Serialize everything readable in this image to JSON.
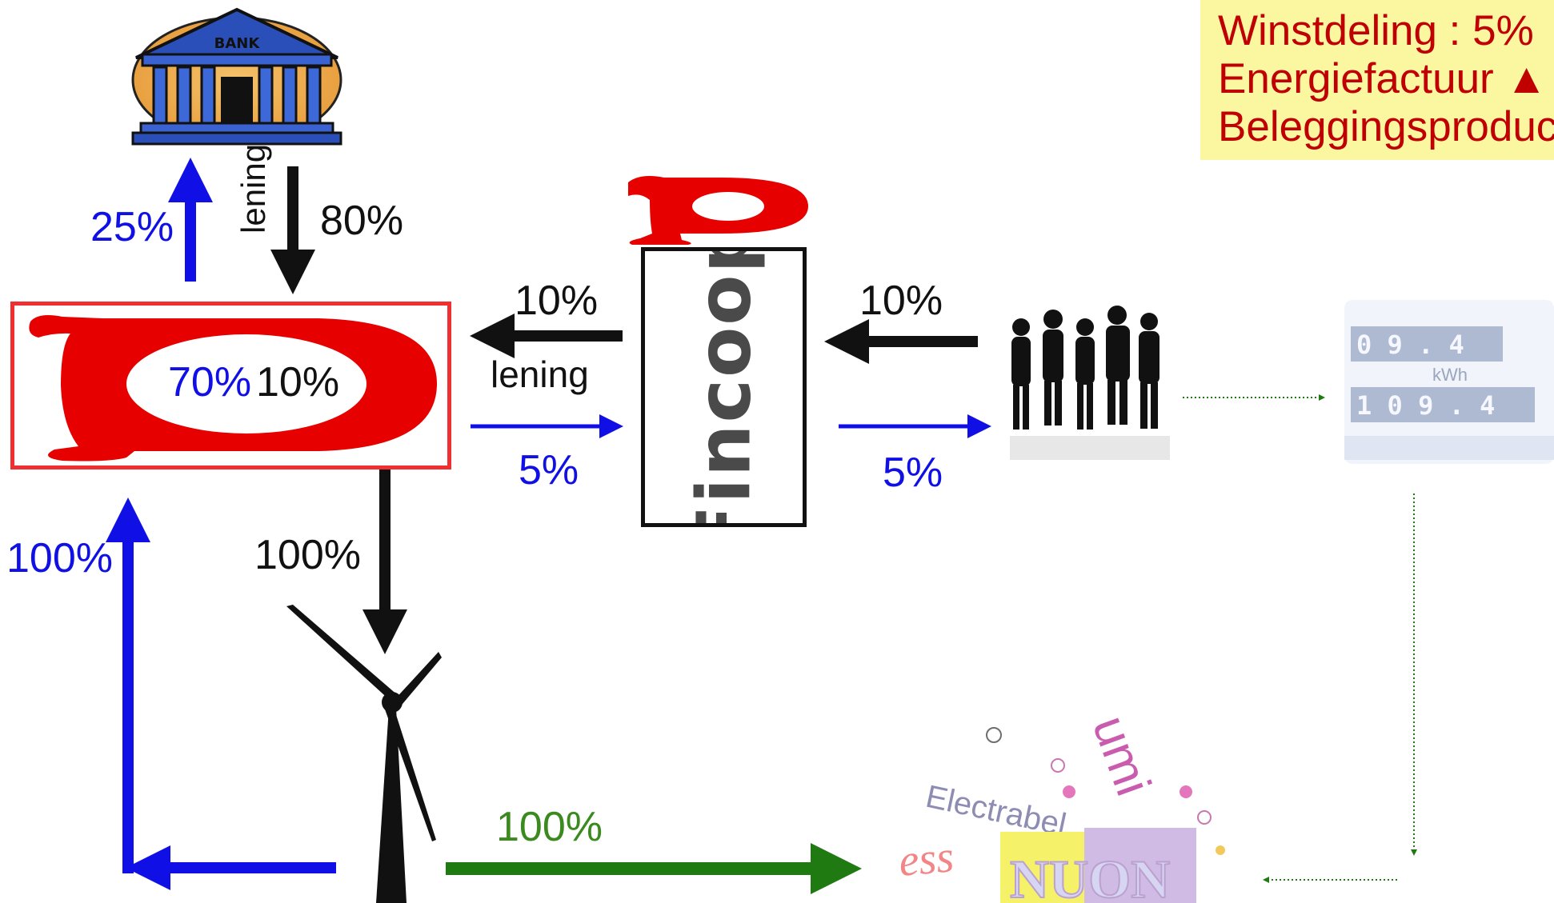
{
  "legend": {
    "line1": "Winstdeling :   5%",
    "line2": "Energiefactuur ▲",
    "line3": "Beleggingsproduc"
  },
  "bank": {
    "sign": "BANK"
  },
  "labels": {
    "bank_up_pct": "25%",
    "bank_loan_word": "lening",
    "bank_down_pct": "80%",
    "coop_pct_blue": "70%",
    "coop_pct_black": "10%",
    "fin_to_coop_pct": "10%",
    "fin_to_coop_word": "lening",
    "coop_to_fin_pct": "5%",
    "people_to_fin_pct": "10%",
    "fin_to_people_pct": "5%",
    "turbine_to_coop_pct": "100%",
    "coop_to_turbine_pct": "100%",
    "turbine_to_supplier_pct": "100%"
  },
  "fincoop": {
    "label": "Fincoop"
  },
  "meter": {
    "row1": "0 9 . 4",
    "unit": "kWh",
    "row2": "1 0 9 . 4"
  },
  "suppliers": {
    "word1": "Electrabel",
    "word2": "ess",
    "word3": "NUON",
    "word4": "umi"
  },
  "colors": {
    "blue": "#1010e6",
    "black": "#111111",
    "green": "#1f7a12",
    "red": "#e60000",
    "legend_bg": "#fbf6a0"
  }
}
